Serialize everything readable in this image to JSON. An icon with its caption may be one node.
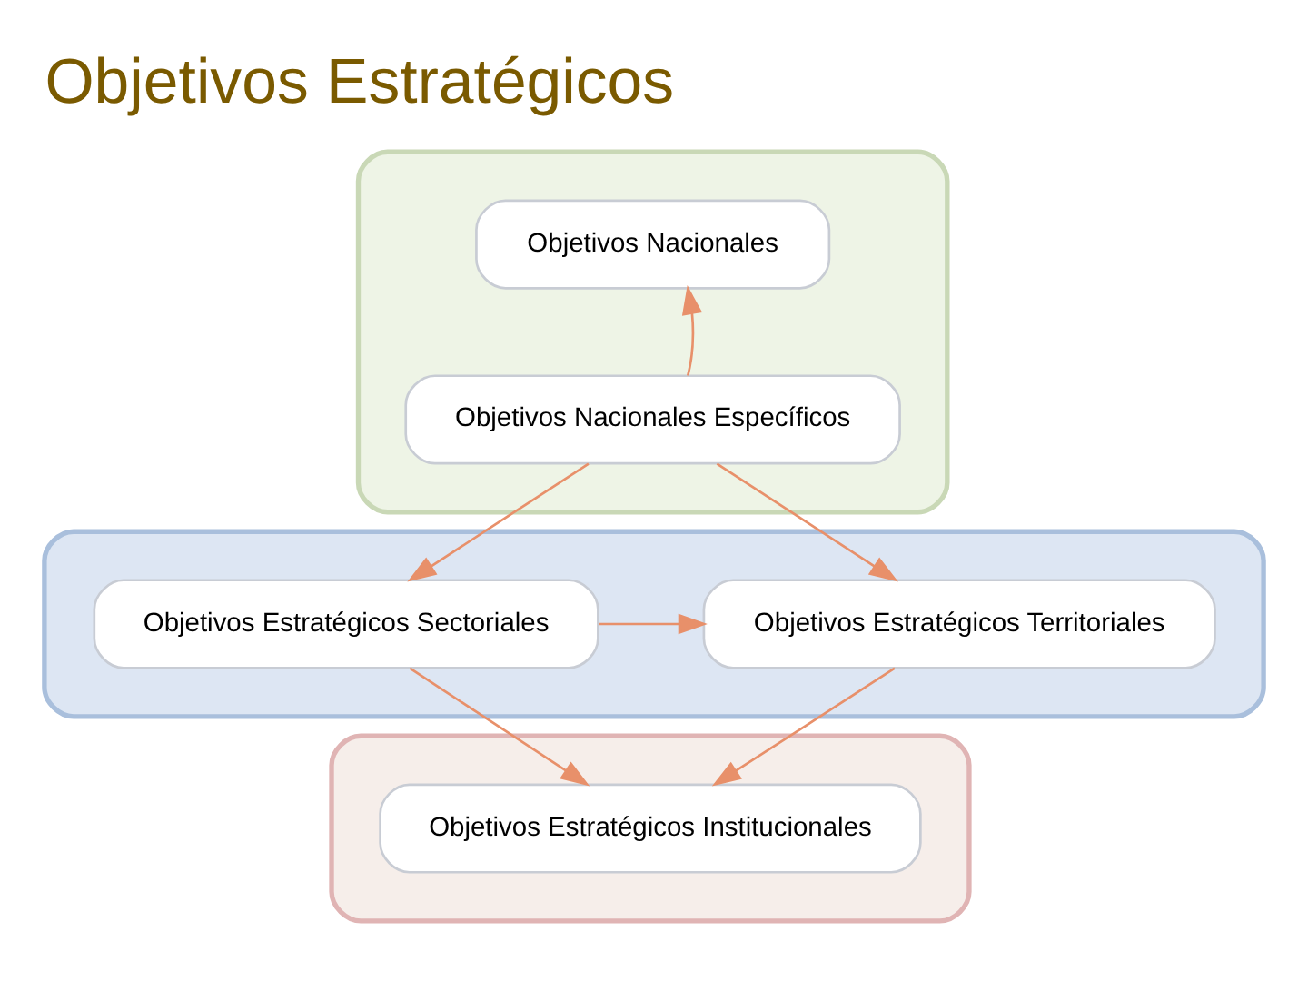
{
  "diagram": {
    "title": "Objetivos Estratégicos",
    "nodes": [
      {
        "text": [],
        "shape": "box"
      },
      {
        "text": [
          "Objetivos Nacionales"
        ],
        "in": 0
      },
      {
        "text": [
          "Objetivos Nacionales Específicos"
        ],
        "in": 0
      },
      {
        "text": [],
        "shape": "box"
      },
      {
        "text": [
          "Objetivos Estratégicos Sectoriales"
        ],
        "in": 3
      },
      {
        "text": [
          "Objetivos Estratégicos Territoriales"
        ],
        "in": 3
      },
      {
        "text": [],
        "shape": "box"
      },
      {
        "text": [
          "Objetivos Estratégicos Institucionales"
        ],
        "in": 6
      }
    ],
    "edges": [
      {
        "from": 2,
        "to": 1,
        "arrow": "to"
      },
      {
        "from": 2,
        "to": 4,
        "arrow": "to"
      },
      {
        "from": 2,
        "to": 5,
        "arrow": "to"
      },
      {
        "from": 4,
        "to": 5,
        "arrow": "to"
      },
      {
        "from": 4,
        "to": 7,
        "arrow": "to"
      },
      {
        "from": 5,
        "to": 7,
        "arrow": "to"
      }
    ]
  }
}
